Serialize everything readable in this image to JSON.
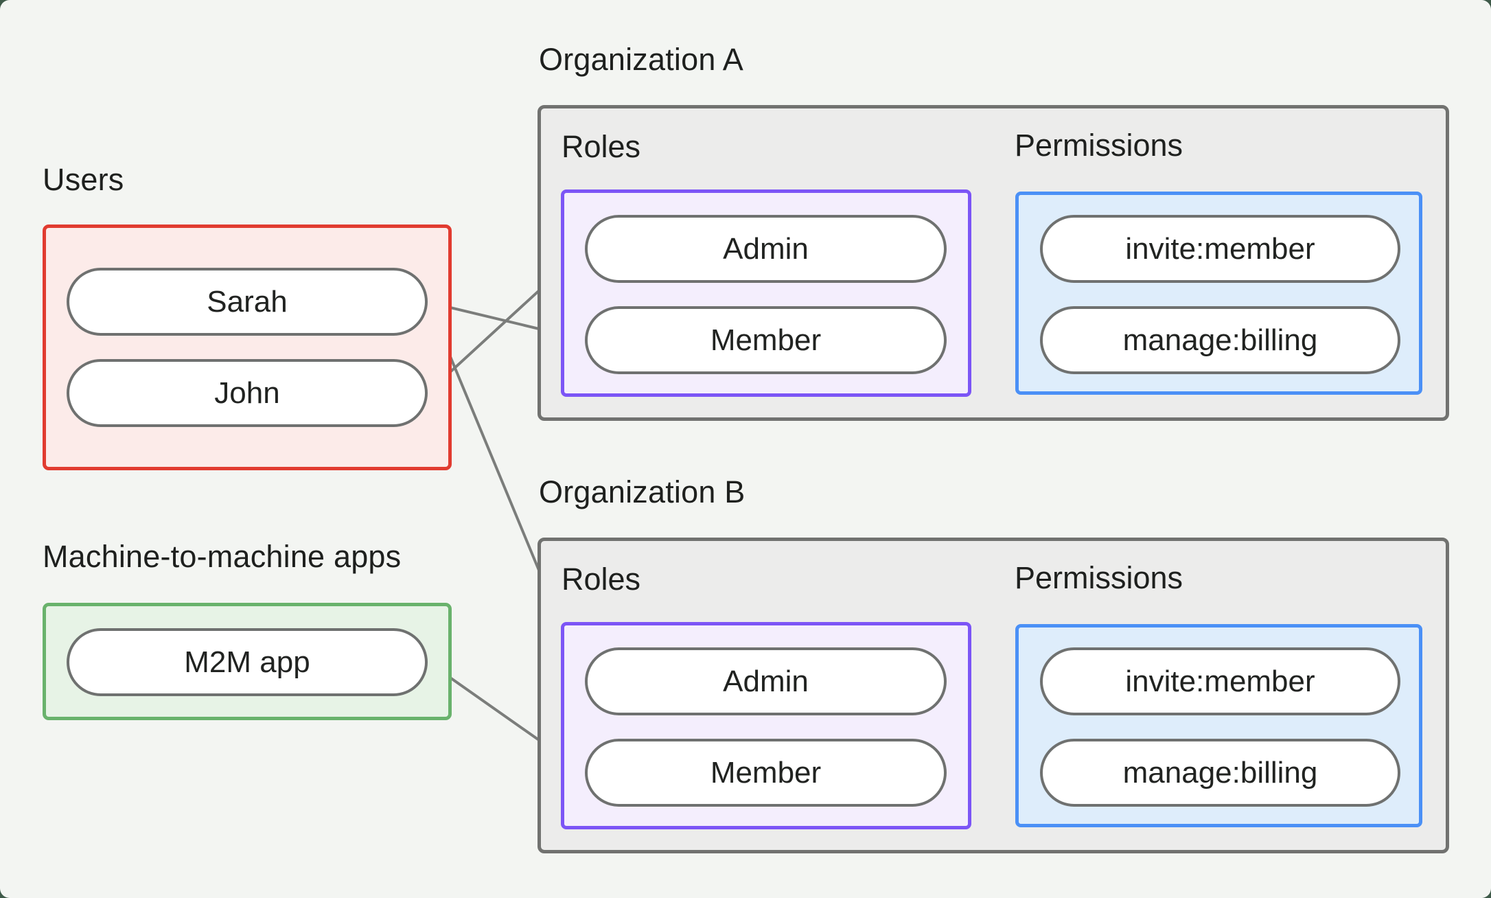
{
  "page": {
    "outer_background": "#3e5a49",
    "canvas_background": "#f3f5f2"
  },
  "sections": {
    "users": {
      "title": "Users",
      "items": [
        {
          "id": "sarah",
          "label": "Sarah"
        },
        {
          "id": "john",
          "label": "John"
        }
      ]
    },
    "m2m": {
      "title": "Machine-to-machine apps",
      "items": [
        {
          "id": "m2m_app",
          "label": "M2M app"
        }
      ]
    }
  },
  "organizations": [
    {
      "id": "org_a",
      "title": "Organization A",
      "roles_label": "Roles",
      "permissions_label": "Permissions",
      "roles": [
        {
          "id": "admin",
          "label": "Admin"
        },
        {
          "id": "member",
          "label": "Member"
        }
      ],
      "permissions": [
        {
          "id": "invite_member",
          "label": "invite:member"
        },
        {
          "id": "manage_billing",
          "label": "manage:billing"
        }
      ]
    },
    {
      "id": "org_b",
      "title": "Organization B",
      "roles_label": "Roles",
      "permissions_label": "Permissions",
      "roles": [
        {
          "id": "admin",
          "label": "Admin"
        },
        {
          "id": "member",
          "label": "Member"
        }
      ],
      "permissions": [
        {
          "id": "invite_member",
          "label": "invite:member"
        },
        {
          "id": "manage_billing",
          "label": "manage:billing"
        }
      ]
    }
  ],
  "edges": [
    {
      "from": "users.sarah",
      "to": "org_a.member"
    },
    {
      "from": "users.john",
      "to": "org_a.admin"
    },
    {
      "from": "users.sarah",
      "to": "org_b.admin"
    },
    {
      "from": "m2m.m2m_app",
      "to": "org_b.member"
    },
    {
      "from": "org_a.admin",
      "to": "org_a.invite_member"
    },
    {
      "from": "org_a.admin",
      "to": "org_a.manage_billing"
    },
    {
      "from": "org_a.member",
      "to": "org_a.manage_billing"
    },
    {
      "from": "org_b.admin",
      "to": "org_b.invite_member"
    },
    {
      "from": "org_b.admin",
      "to": "org_b.manage_billing"
    },
    {
      "from": "org_b.member",
      "to": "org_b.manage_billing"
    }
  ],
  "colors": {
    "users_border": "#e13b30",
    "users_fill": "#fcebe9",
    "m2m_border": "#69b26c",
    "m2m_fill": "#e7f3e6",
    "roles_border": "#7c55f6",
    "roles_fill": "#f4eefd",
    "permissions_border": "#4b90f6",
    "permissions_fill": "#deedfb",
    "org_card_border": "#717270",
    "org_card_fill": "#ececeb",
    "pill_border": "#6f7170",
    "connector_line": "#7b7d7b",
    "connector_dot": "#737573",
    "text": "#1e201e"
  }
}
